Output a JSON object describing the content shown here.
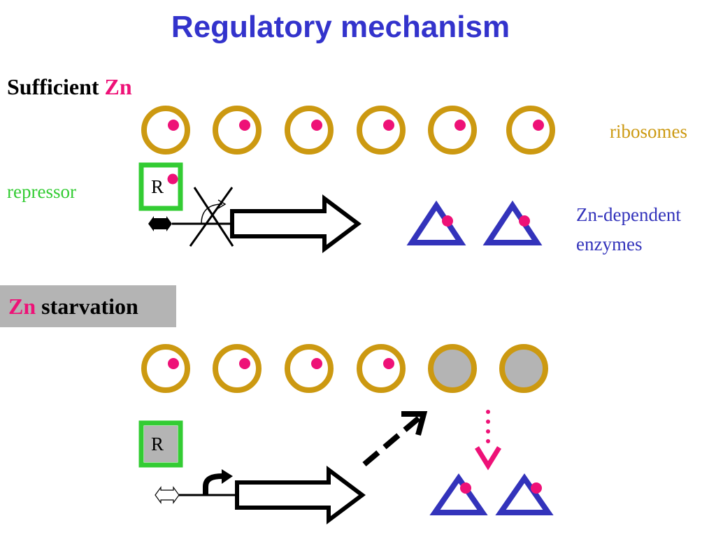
{
  "title": "Regulatory mechanism",
  "sufficient": {
    "prefix": "Sufficient",
    "element": "Zn"
  },
  "starvation": {
    "element": "Zn",
    "suffix": "starvation"
  },
  "labels": {
    "ribosomes": "ribosomes",
    "repressor": "repressor",
    "enzymes_line1": "Zn-dependent",
    "enzymes_line2": "enzymes"
  },
  "repressor_letter": "R",
  "colors": {
    "title": "#3333cc",
    "zn": "#ee1177",
    "ribosome": "#cc9911",
    "repressor": "#33cc33",
    "enzyme": "#3333bb",
    "starvation_box": "#b4b4b4",
    "empty_ribosome": "#b4b4b4"
  },
  "ribosomes_sufficient": [
    true,
    true,
    true,
    true,
    true,
    true
  ],
  "ribosomes_starvation": [
    true,
    true,
    true,
    true,
    false,
    false
  ]
}
